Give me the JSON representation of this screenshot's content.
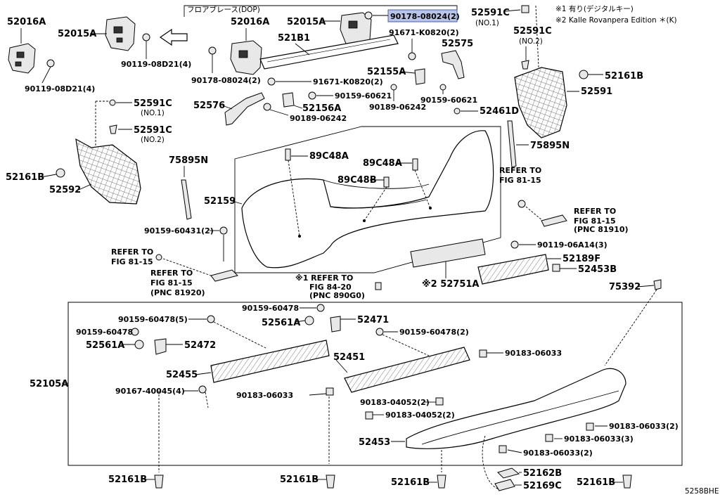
{
  "diagram_id": "5258BHE",
  "notes": {
    "n1": "※1 有り(デジタルキー)",
    "n2": "※2 Kalle Rovanpera Edition ＊(K)",
    "floor_brace": "フロアブレース(DOP)",
    "no1": "(NO.1)",
    "no2": "(NO.2)"
  },
  "labels": {
    "p52016A_l": "52016A",
    "p52015A_l": "52015A",
    "p90119_08D21_a": "90119-08D21(4)",
    "p90119_08D21_b": "90119-08D21(4)",
    "p52016A_m": "52016A",
    "p52015A_m": "52015A",
    "p90178_08024_hl": "90178-08024(2)",
    "p521B1": "521B1",
    "p91671_K0820_a": "91671-K0820(2)",
    "p91671_K0820_b": "91671-K0820(2)",
    "p90178_08024_b": "90178-08024(2)",
    "p52591C_top": "52591C",
    "p52591C_r": "52591C",
    "p52575": "52575",
    "p52155A": "52155A",
    "p90159_60621_a": "90159-60621",
    "p90159_60621_b": "90159-60621",
    "p52576": "52576",
    "p52156A": "52156A",
    "p90189_06242_a": "90189-06242",
    "p90189_06242_b": "90189-06242",
    "p52161B_tr": "52161B",
    "p52591": "52591",
    "p52461D": "52461D",
    "p52591C_l1": "52591C",
    "p52591C_l2": "52591C",
    "p52161B_l": "52161B",
    "p52592": "52592",
    "p75895N_l": "75895N",
    "p75895N_r": "75895N",
    "p89C48A_a": "89C48A",
    "p89C48A_b": "89C48A",
    "p89C48B": "89C48B",
    "p52159": "52159",
    "p90159_60431": "90159-60431(2)",
    "refer_81_15_a": "REFER TO",
    "refer_81_15_a2": "FIG 81-15",
    "refer_81_15_b": "REFER TO",
    "refer_81_15_b2": "FIG 81-15",
    "refer_81_15_c": "REFER TO",
    "refer_81_15_c2": "FIG 81-15",
    "pnc_81920": "(PNC 81920)",
    "refer_81_15_d": "REFER TO",
    "refer_81_15_d2": "FIG 81-15",
    "pnc_81910": "(PNC 81910)",
    "refer_84_20": "※1 REFER TO",
    "refer_84_20_2": "FIG 84-20",
    "pnc_890G0": "(PNC 890G0)",
    "p52751A": "※2 52751A",
    "p90119_06A14": "90119-06A14(3)",
    "p52189F": "52189F",
    "p52453B": "52453B",
    "p75392": "75392",
    "p52105A": "52105A",
    "p90159_60478_5": "90159-60478(5)",
    "p90159_60478_a": "90159-60478",
    "p90159_60478_b": "90159-60478",
    "p90159_60478_2": "90159-60478(2)",
    "p52561A_a": "52561A",
    "p52561A_b": "52561A",
    "p52471": "52471",
    "p52472": "52472",
    "p52455": "52455",
    "p52451": "52451",
    "p90183_06033_a": "90183-06033",
    "p90183_06033_b": "90183-06033",
    "p90167_40045": "90167-40045(4)",
    "p90183_04052_a": "90183-04052(2)",
    "p90183_04052_b": "90183-04052(2)",
    "p52453": "52453",
    "p90183_06033_2a": "90183-06033(2)",
    "p90183_06033_3": "90183-06033(3)",
    "p90183_06033_2b": "90183-06033(2)",
    "p52161B_b1": "52161B",
    "p52161B_b2": "52161B",
    "p52161B_b3": "52161B",
    "p52161B_b4": "52161B",
    "p52162B": "52162B",
    "p52169C": "52169C"
  }
}
